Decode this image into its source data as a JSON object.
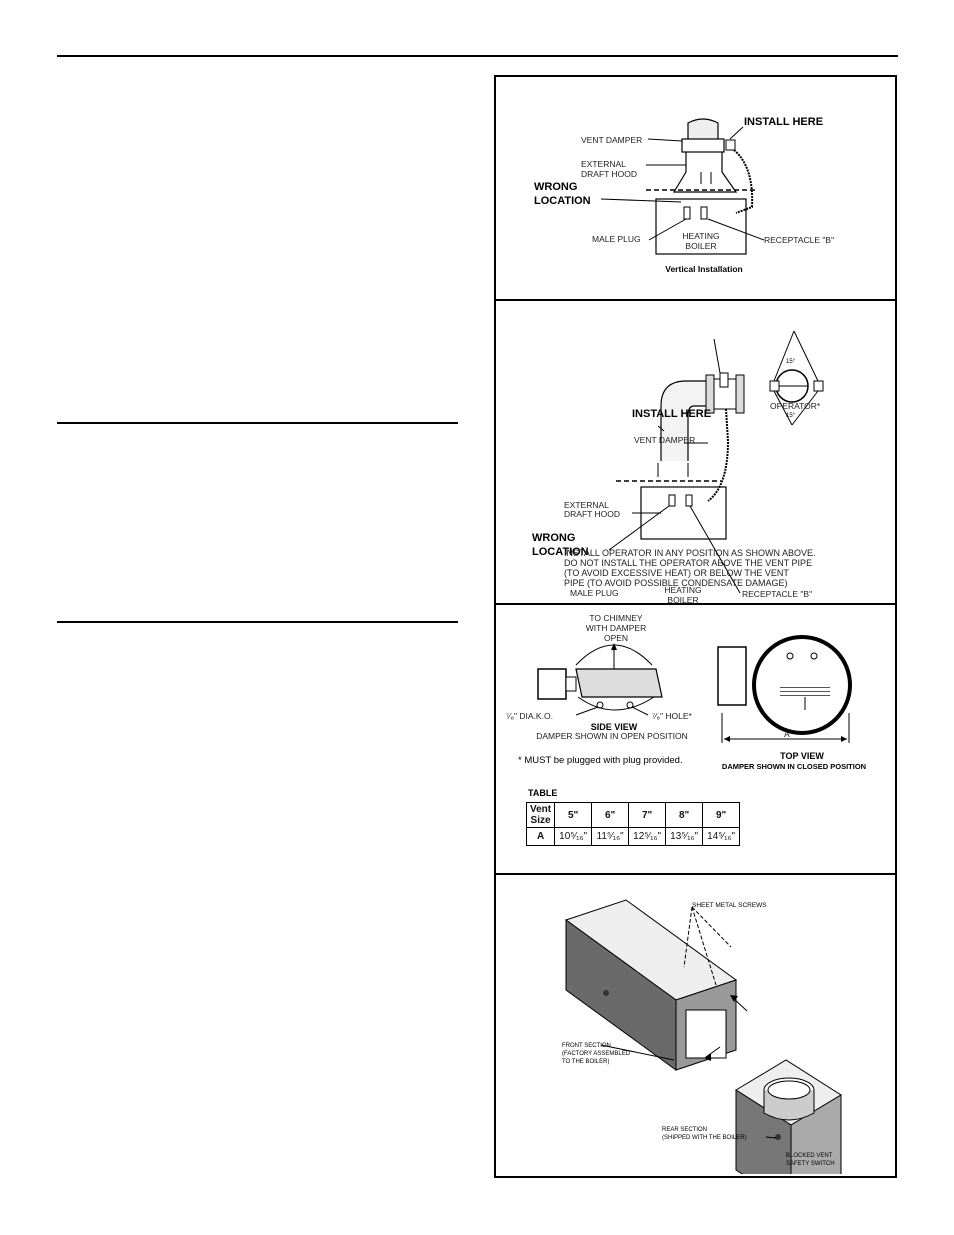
{
  "figure1": {
    "install_here": "INSTALL HERE",
    "vent_damper": "VENT DAMPER",
    "external_draft_hood_1": "EXTERNAL",
    "external_draft_hood_2": "DRAFT HOOD",
    "wrong_location_1": "WRONG",
    "wrong_location_2": "LOCATION",
    "male_plug": "MALE PLUG",
    "heating": "HEATING",
    "boiler": "BOILER",
    "receptacle_b": "RECEPTACLE \"B\"",
    "caption": "Vertical Installation"
  },
  "figure2": {
    "install_here": "INSTALL HERE",
    "operator": "OPERATOR*",
    "vent_damper": "VENT DAMPER",
    "external_draft_hood_1": "EXTERNAL",
    "external_draft_hood_2": "DRAFT HOOD",
    "wrong_location_1": "WRONG",
    "wrong_location_2": "LOCATION",
    "male_plug": "MALE PLUG",
    "heating": "HEATING",
    "boiler": "BOILER",
    "receptacle_b": "RECEPTACLE \"B\"",
    "angle_top": "15°",
    "angle_bottom": "15°",
    "note_1": "INSTALL OPERATOR IN ANY POSITION AS SHOWN ABOVE.",
    "note_2": "DO NOT INSTALL THE OPERATOR ABOVE THE VENT PIPE",
    "note_3": "(TO AVOID EXCESSIVE HEAT) OR BELOW THE VENT",
    "note_4": "PIPE (TO AVOID POSSIBLE CONDENSATE DAMAGE)"
  },
  "figure3": {
    "to_chimney_1": "TO CHIMNEY",
    "to_chimney_2": "WITH DAMPER",
    "to_chimney_3": "OPEN",
    "dia_ko": "⁷⁄₈\" DIA.K.O.",
    "hole": "⁷⁄₈\" HOLE*",
    "side_view": "SIDE VIEW",
    "side_view_sub": "DAMPER SHOWN IN OPEN POSITION",
    "must_plug": "* MUST be plugged with plug provided.",
    "dim_a": "A",
    "top_view": "TOP VIEW",
    "top_view_sub": "DAMPER SHOWN IN CLOSED POSITION",
    "table_title": "TABLE",
    "table": {
      "header_label_1": "Vent",
      "header_label_2": "Size",
      "row_label": "A",
      "sizes": [
        "5\"",
        "6\"",
        "7\"",
        "8\"",
        "9\""
      ],
      "values": [
        "10⁵⁄₁₆\"",
        "11⁵⁄₁₆\"",
        "12⁵⁄₁₆\"",
        "13⁵⁄₁₆\"",
        "14⁵⁄₁₆\""
      ]
    }
  },
  "figure4": {
    "sheet_metal_screws": "SHEET METAL SCREWS",
    "front_section_1": "FRONT SECTION",
    "front_section_2": "(FACTORY ASSEMBLED",
    "front_section_3": "TO THE BOILER)",
    "rear_section_1": "REAR SECTION",
    "rear_section_2": "(SHIPPED WITH THE BOILER)",
    "blocked_vent_1": "BLOCKED VENT",
    "blocked_vent_2": "SAFETY SWITCH"
  }
}
